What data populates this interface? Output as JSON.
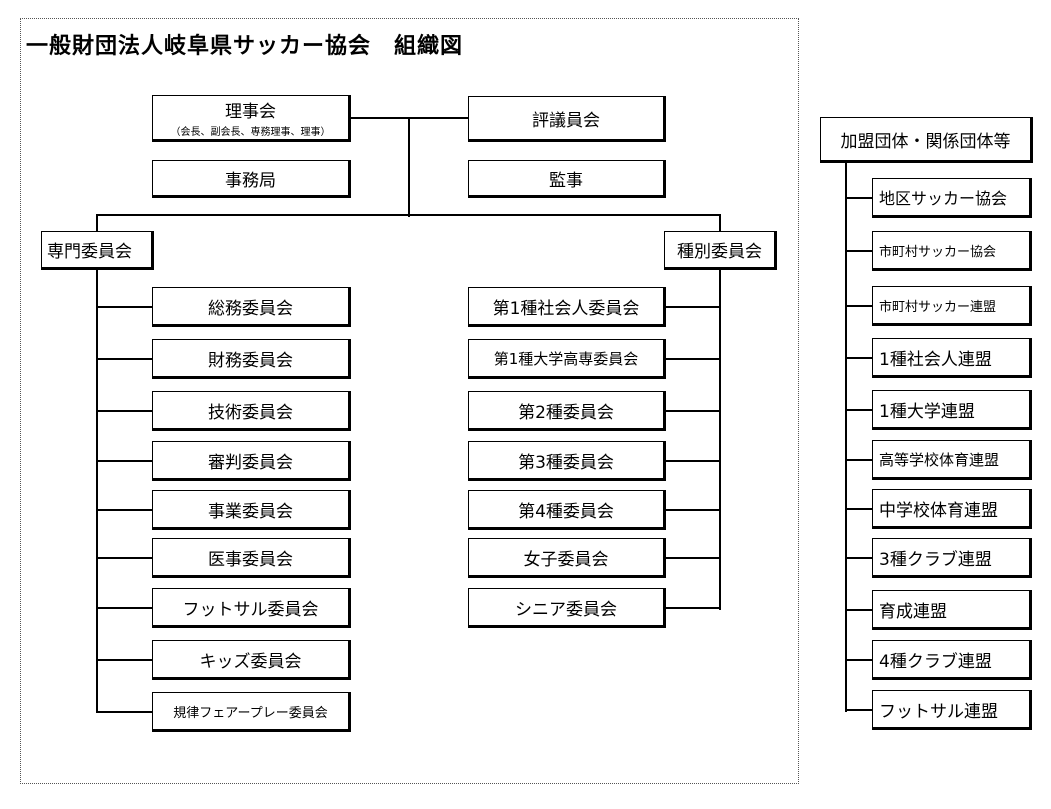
{
  "title": "一般財団法人岐阜県サッカー協会　組織図",
  "top_boxes": {
    "board": {
      "label": "理事会",
      "sub": "（会長、副会長、専務理事、理事）"
    },
    "council": {
      "label": "評議員会"
    },
    "secretariat": {
      "label": "事務局"
    },
    "auditor": {
      "label": "監事"
    }
  },
  "specialist": {
    "head": "専門委員会",
    "items": [
      "総務委員会",
      "財務委員会",
      "技術委員会",
      "審判委員会",
      "事業委員会",
      "医事委員会",
      "フットサル委員会",
      "キッズ委員会",
      "規律フェアープレー委員会"
    ]
  },
  "category": {
    "head": "種別委員会",
    "items": [
      "第1種社会人委員会",
      "第1種大学高専委員会",
      "第2種委員会",
      "第3種委員会",
      "第4種委員会",
      "女子委員会",
      "シニア委員会"
    ]
  },
  "affiliates": {
    "head": "加盟団体・関係団体等",
    "items": [
      "地区サッカー協会",
      "市町村サッカー協会",
      "市町村サッカー連盟",
      "1種社会人連盟",
      "1種大学連盟",
      "高等学校体育連盟",
      "中学校体育連盟",
      "3種クラブ連盟",
      "育成連盟",
      "4種クラブ連盟",
      "フットサル連盟"
    ]
  }
}
